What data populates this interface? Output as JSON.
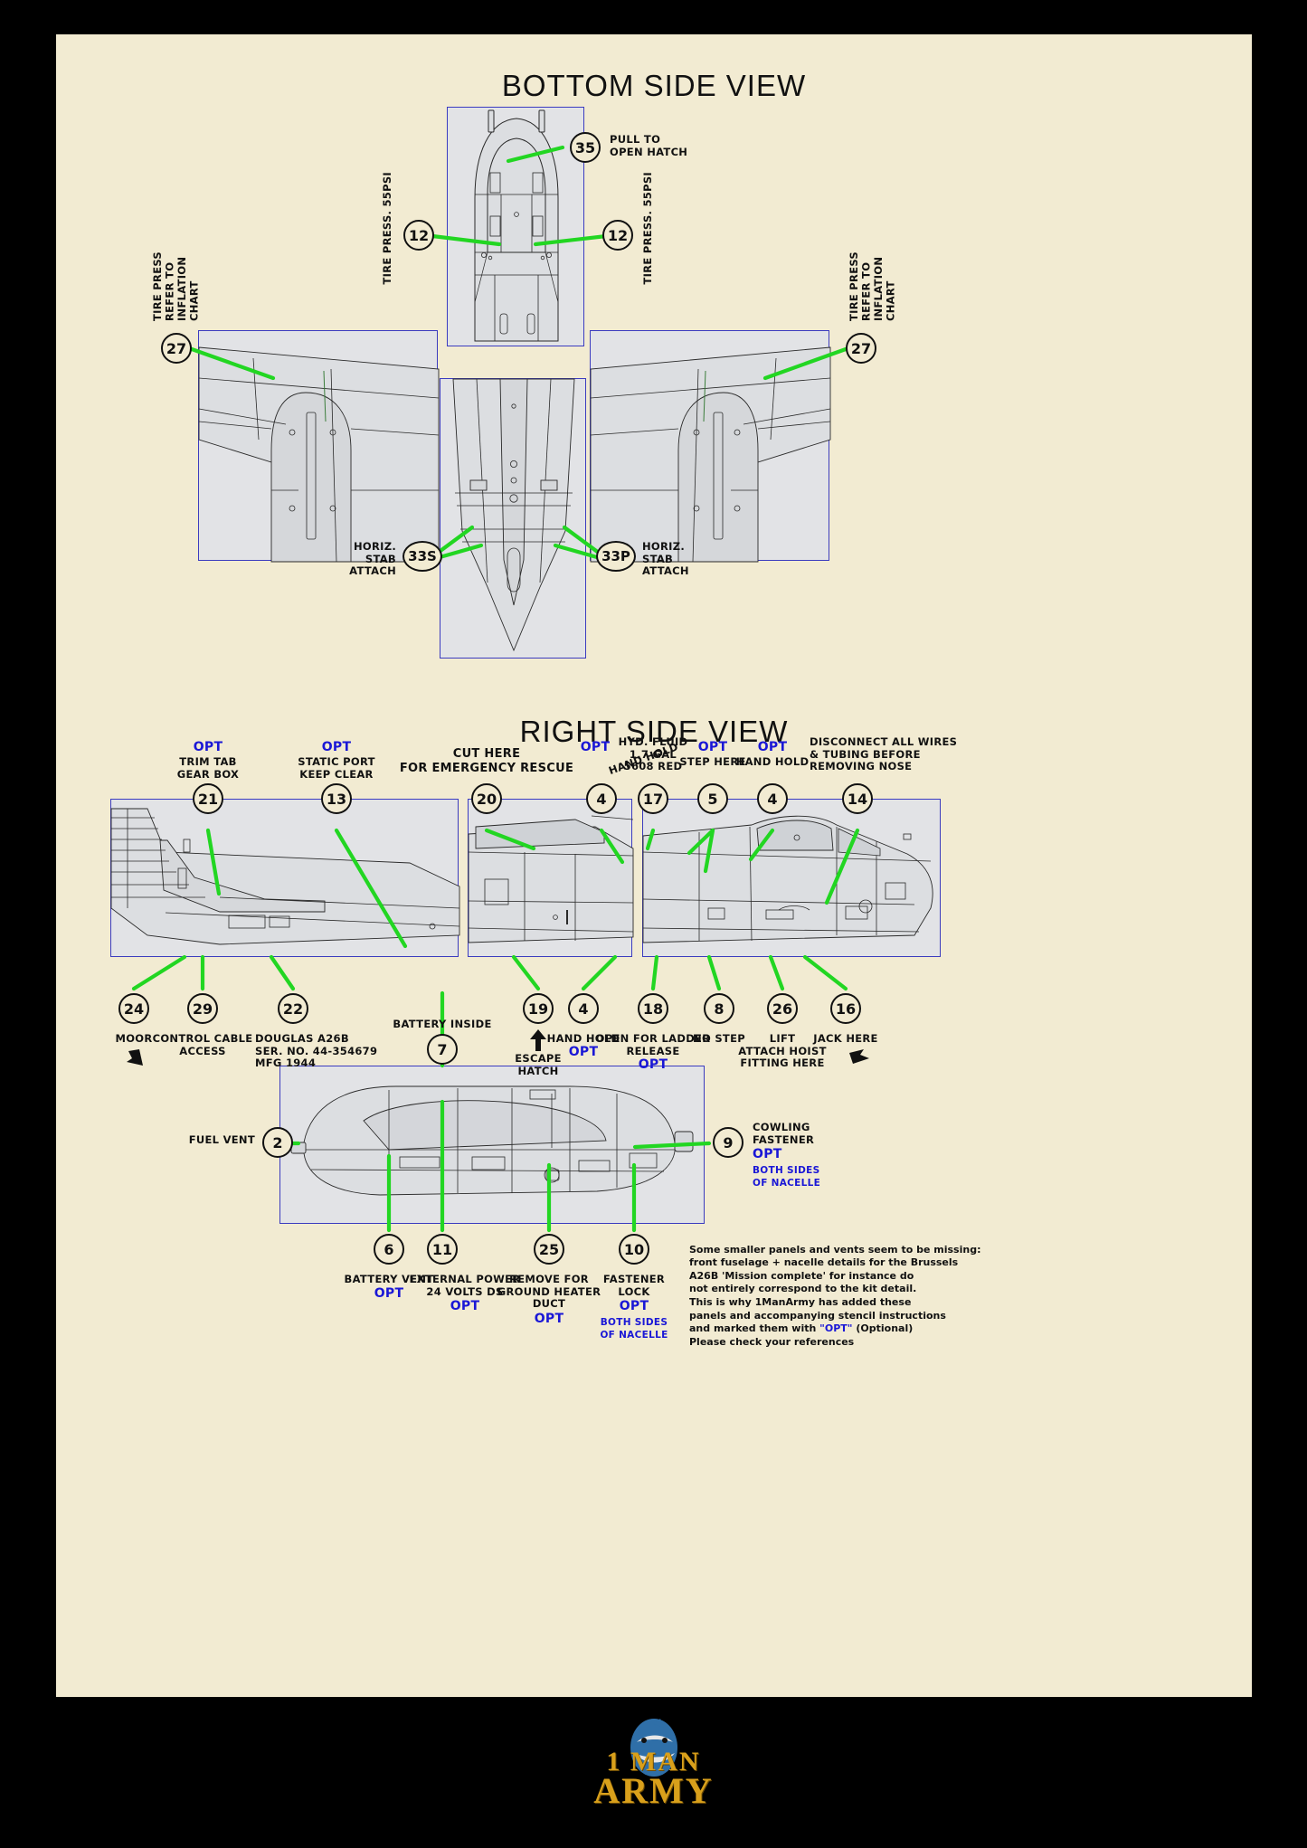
{
  "sheet": {
    "background_color": "#f2ebd2",
    "frame_color": "#000000",
    "panel_outline_color": "#3b3bbf",
    "leader_color": "#22d622",
    "opt_color": "#1a17d6"
  },
  "titles": {
    "bottom_view": "BOTTOM SIDE VIEW",
    "right_view": "RIGHT SIDE VIEW"
  },
  "bottom_view": {
    "callouts": [
      {
        "id": "b35",
        "number": "35",
        "label_lines": [
          "PULL TO",
          "OPEN HATCH"
        ],
        "opt": false
      },
      {
        "id": "b12L",
        "number": "12",
        "label_lines": [
          "TIRE PRESS. 55PSI"
        ],
        "rotated": true,
        "opt": false
      },
      {
        "id": "b12R",
        "number": "12",
        "label_lines": [
          "TIRE PRESS. 55PSI"
        ],
        "rotated": true,
        "opt": false
      },
      {
        "id": "b27L",
        "number": "27",
        "label_lines": [
          "TIRE PRESS",
          "REFER TO",
          "INFLATION",
          "CHART"
        ],
        "rotated": true,
        "opt": false
      },
      {
        "id": "b27R",
        "number": "27",
        "label_lines": [
          "TIRE PRESS",
          "REFER TO",
          "INFLATION",
          "CHART"
        ],
        "rotated": true,
        "opt": false
      },
      {
        "id": "b33s",
        "number": "33S",
        "label_lines": [
          "HORIZ.",
          "STAB",
          "ATTACH"
        ],
        "opt": false
      },
      {
        "id": "b33p",
        "number": "33P",
        "label_lines": [
          "HORIZ.",
          "STAB",
          "ATTACH"
        ],
        "opt": false
      }
    ],
    "text": {
      "pull_to_open_hatch": "PULL TO\nOPEN HATCH",
      "tire_press_55psi": "TIRE PRESS. 55PSI",
      "tire_press_chart": "TIRE PRESS\nREFER TO\nINFLATION\nCHART",
      "horiz_stab_attach": "HORIZ.\nSTAB\nATTACH"
    }
  },
  "right_view": {
    "top_callouts": [
      {
        "number": "21",
        "opt": "OPT",
        "lines": "TRIM TAB\nGEAR BOX"
      },
      {
        "number": "13",
        "opt": "OPT",
        "lines": "STATIC PORT\nKEEP CLEAR"
      },
      {
        "number": "20",
        "opt": "",
        "lines": "CUT HERE\nFOR EMERGENCY RESCUE"
      },
      {
        "number": "4",
        "opt": "OPT",
        "lines": "HAND HOLD"
      },
      {
        "number": "17",
        "opt": "",
        "lines": "HYD. FLUID\n1.7 GAL\n5608 RED"
      },
      {
        "number": "5",
        "opt": "OPT",
        "lines": "STEP HERE"
      },
      {
        "number": "4",
        "opt": "OPT",
        "lines": "HAND HOLD"
      },
      {
        "number": "14",
        "opt": "",
        "lines": "DISCONNECT ALL WIRES\n& TUBING BEFORE\nREMOVING NOSE"
      }
    ],
    "bottom_callouts": [
      {
        "number": "24",
        "lines": "MOOR",
        "opt": "",
        "arrow": "down-left"
      },
      {
        "number": "29",
        "lines": "CONTROL CABLE\nACCESS",
        "opt": ""
      },
      {
        "number": "22",
        "lines": "DOUGLAS A26B\nSER. NO. 44-354679\nMFG 1944",
        "opt": ""
      },
      {
        "number": "7",
        "lines": "BATTERY INSIDE",
        "opt": "",
        "label_above": true
      },
      {
        "number": "19",
        "lines": "ESCAPE\nHATCH",
        "opt": "",
        "arrow": "up"
      },
      {
        "number": "4",
        "lines": "HAND HOLD",
        "opt": "OPT"
      },
      {
        "number": "18",
        "lines": "OPEN FOR LADDER\nRELEASE",
        "opt": "OPT"
      },
      {
        "number": "8",
        "lines": "NO STEP",
        "opt": ""
      },
      {
        "number": "26",
        "lines": "LIFT\nATTACH HOIST\nFITTING HERE",
        "opt": ""
      },
      {
        "number": "16",
        "lines": "JACK HERE",
        "opt": "",
        "arrow": "down-right"
      }
    ]
  },
  "nacelle_view": {
    "callouts": [
      {
        "number": "2",
        "lines": "FUEL VENT",
        "opt": "",
        "side": "left"
      },
      {
        "number": "9",
        "lines": "COWLING\nFASTENER",
        "opt": "OPT",
        "sub": "BOTH SIDES\nOF NACELLE",
        "side": "right"
      },
      {
        "number": "6",
        "lines": "BATTERY VENT",
        "opt": "OPT"
      },
      {
        "number": "11",
        "lines": "EXTERNAL POWER\n24 VOLTS DS",
        "opt": "OPT"
      },
      {
        "number": "25",
        "lines": "REMOVE FOR\nGROUND HEATER\nDUCT",
        "opt": "OPT"
      },
      {
        "number": "10",
        "lines": "FASTENER\nLOCK",
        "opt": "OPT",
        "sub": "BOTH SIDES\nOF NACELLE"
      }
    ]
  },
  "note": {
    "before": "Some smaller panels and vents seem to be missing:\nfront fuselage + nacelle details for the Brussels\nA26B 'Mission complete' for instance do\nnot entirely correspond to the kit detail.\nThis is why 1ManArmy has added these\npanels and accompanying stencil instructions\nand marked them with ",
    "opt_quoted": "\"OPT\"",
    "after": " (Optional)\nPlease check your references"
  },
  "logo": {
    "line1": "1 MAN",
    "line2": "ARMY",
    "color": "#d9a01b"
  }
}
